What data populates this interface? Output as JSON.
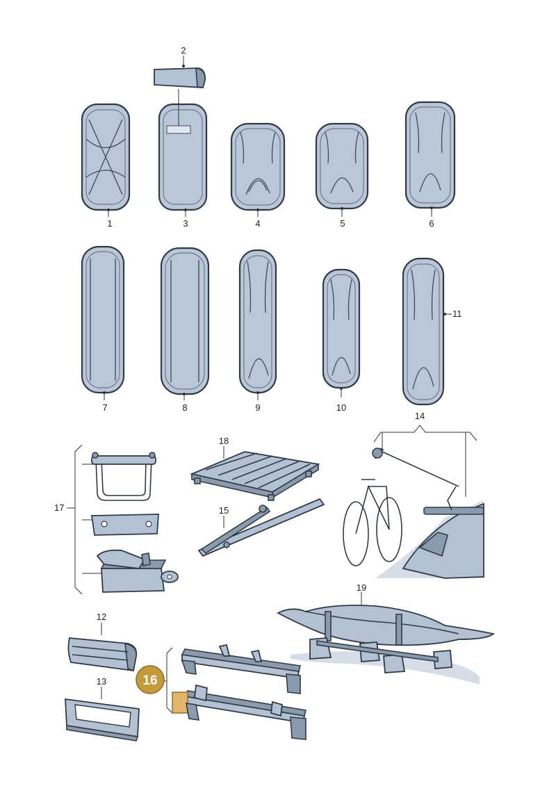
{
  "diagram": {
    "callouts": {
      "c1": "1",
      "c2": "2",
      "c3": "3",
      "c4": "4",
      "c5": "5",
      "c6": "6",
      "c7": "7",
      "c8": "8",
      "c9": "9",
      "c10": "10",
      "c11": "11",
      "c12": "12",
      "c13": "13",
      "c14": "14",
      "c15": "15",
      "c16": "16",
      "c17": "17",
      "c18": "18",
      "c19": "19"
    },
    "highlight_callout": "16",
    "colors": {
      "highlight_fill": "#c59a3a",
      "highlight_text": "#ffffff",
      "part_fill": "#b9c7d6",
      "outline": "#2f3a46"
    },
    "icons": [
      "roof-box",
      "roof-box-lid-label",
      "bicycle-carrier",
      "luggage-rack",
      "kayak-carrier",
      "roof-bar",
      "strap"
    ]
  }
}
